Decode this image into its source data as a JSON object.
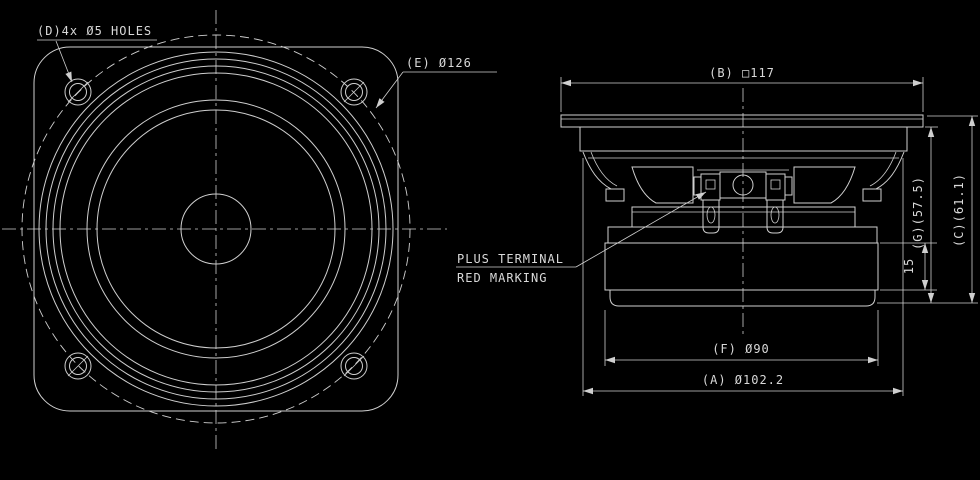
{
  "front_view": {
    "holes_label": "(D)4x Ø5 HOLES",
    "outer_circle_label": "(E) Ø126"
  },
  "side_view": {
    "width_dim": "(B) □117",
    "depth_inner_dim": "(G)(57.5)",
    "depth_outer_dim": "(C)(61.1)",
    "magnet_height_dim": "15",
    "magnet_dia_dim": "(F) Ø90",
    "frame_dia_dim": "(A) Ø102.2",
    "terminal_note_line1": "PLUS TERMINAL",
    "terminal_note_line2": "RED MARKING"
  },
  "colors": {
    "background": "#000000",
    "line": "#cfcfcf",
    "text": "#d9d9d9"
  }
}
